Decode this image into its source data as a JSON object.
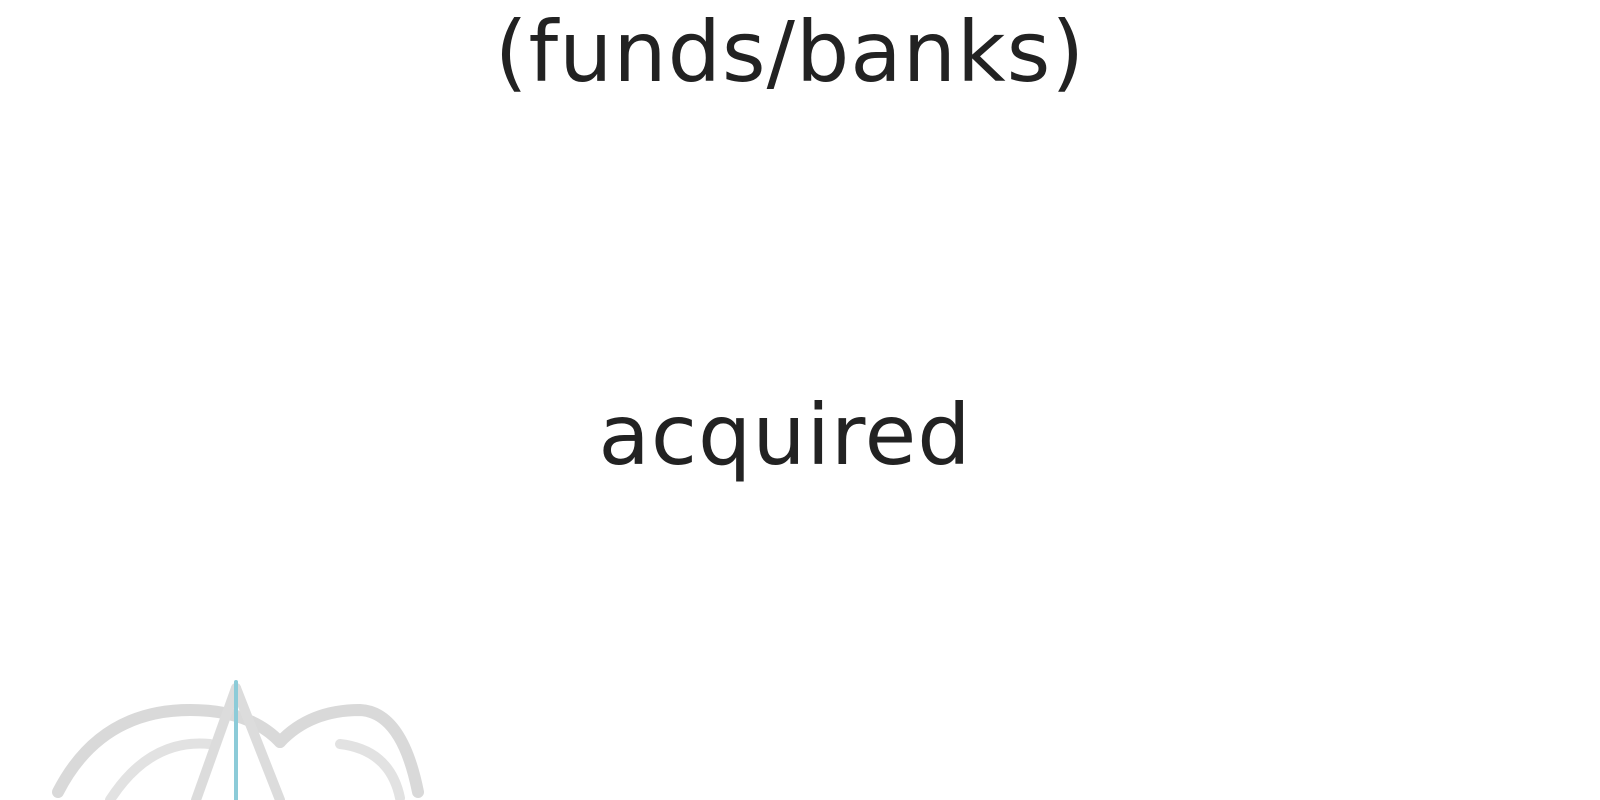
{
  "labels": {
    "top": "(funds/banks)",
    "middle": "acquired"
  },
  "colors": {
    "text": "#222222",
    "arc_stroke": "#d6d6d6",
    "axis_stroke": "#8ccbd8"
  },
  "icons": {
    "bottom_left": "arc-globe-decoration"
  }
}
